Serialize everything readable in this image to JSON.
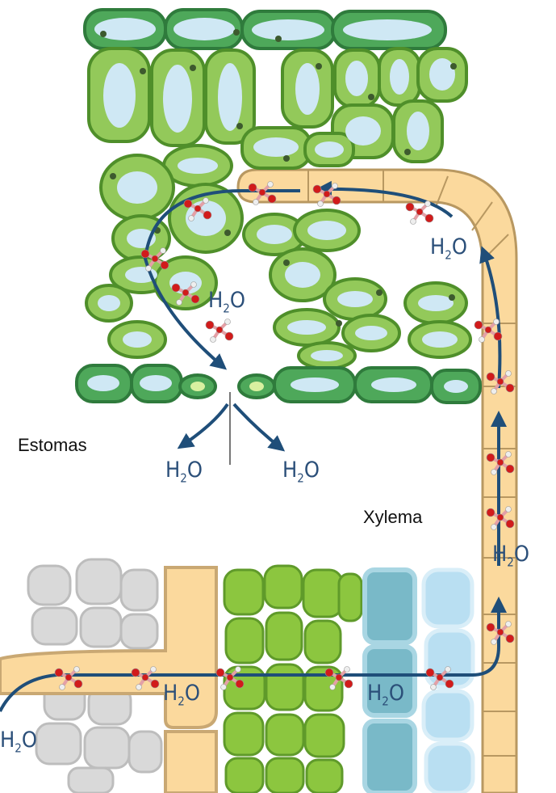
{
  "labels": {
    "stomata": "Estomas",
    "xylem": "Xylema",
    "water": "H",
    "water_sub": "2",
    "water_tail": "O"
  },
  "colors": {
    "leaf_cell": "#93c95a",
    "leaf_cell_dark": "#4f8f2a",
    "epidermis": "#3f9a52",
    "vacuole": "#cfe8f4",
    "xylem": "#fbd99d",
    "xylem_outline": "#b89861",
    "root_grey": "#d9d9d9",
    "root_teal": "#79b9c8",
    "root_blue": "#b9dff2",
    "arrow": "#1f4e79",
    "oxygen": "#d11b1b",
    "hydrogen": "#eeeeee",
    "bond": "#e4a0a6"
  }
}
